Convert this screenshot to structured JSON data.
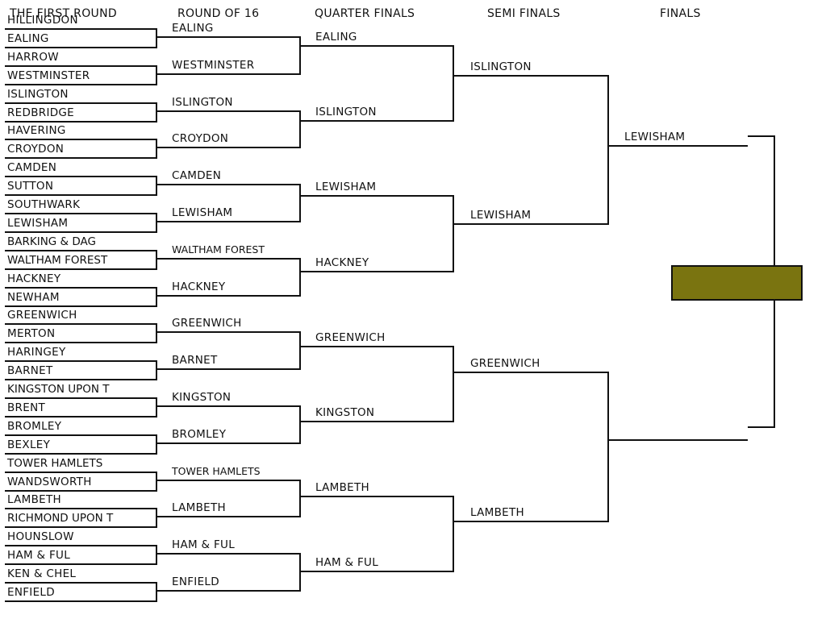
{
  "headers": {
    "first_round": "THE FIRST ROUND",
    "round_of_16": "ROUND OF 16",
    "quarter_finals": "QUARTER FINALS",
    "semi_finals": "SEMI FINALS",
    "finals": "FINALS"
  },
  "first_round": [
    "HILLINGDON",
    "EALING",
    "HARROW",
    "WESTMINSTER",
    "ISLINGTON",
    "REDBRIDGE",
    "HAVERING",
    "CROYDON",
    "CAMDEN",
    "SUTTON",
    "SOUTHWARK",
    "LEWISHAM",
    "BARKING & DAG",
    "WALTHAM FOREST",
    "HACKNEY",
    "NEWHAM",
    "GREENWICH",
    "MERTON",
    "HARINGEY",
    "BARNET",
    "KINGSTON UPON T",
    "BRENT",
    "BROMLEY",
    "BEXLEY",
    "TOWER HAMLETS",
    "WANDSWORTH",
    "LAMBETH",
    "RICHMOND UPON T",
    "HOUNSLOW",
    "HAM & FUL",
    "KEN & CHEL",
    "ENFIELD"
  ],
  "round_of_16": [
    "EALING",
    "WESTMINSTER",
    "ISLINGTON",
    "CROYDON",
    "CAMDEN",
    "LEWISHAM",
    "WALTHAM FOREST",
    "HACKNEY",
    "GREENWICH",
    "BARNET",
    "KINGSTON",
    "BROMLEY",
    "TOWER HAMLETS",
    "LAMBETH",
    "HAM & FUL",
    "ENFIELD"
  ],
  "quarter_finals": [
    "EALING",
    "ISLINGTON",
    "LEWISHAM",
    "HACKNEY",
    "GREENWICH",
    "KINGSTON",
    "LAMBETH",
    "HAM & FUL"
  ],
  "semi_finals": [
    "ISLINGTON",
    "LEWISHAM",
    "GREENWICH",
    "LAMBETH"
  ],
  "finals": [
    "LEWISHAM",
    ""
  ],
  "colors": {
    "line": "#111111",
    "trophy": "#7a7410"
  }
}
